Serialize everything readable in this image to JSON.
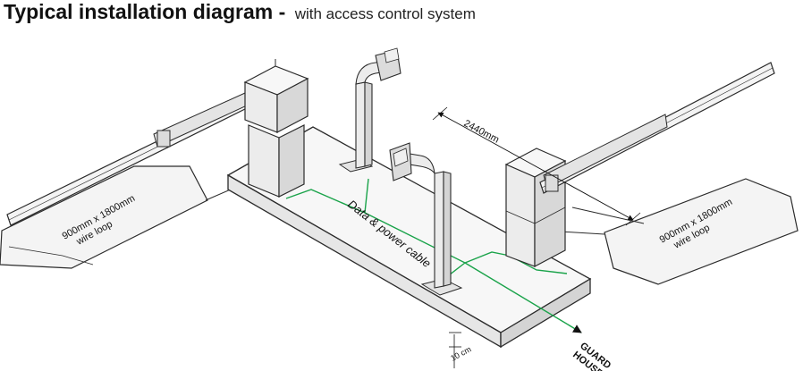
{
  "title": {
    "main": "Typical installation diagram -",
    "sub": "with access control system"
  },
  "labels": {
    "loop_left_1": "900mm x 1800mm",
    "loop_left_2": "wire loop",
    "loop_right_1": "900mm x 1800mm",
    "loop_right_2": "wire loop",
    "dimension": "2440mm",
    "cable": "Data & power cable",
    "guard_1": "GUARD",
    "guard_2": "HOUSE",
    "depth": "10 cm"
  },
  "colors": {
    "outline": "#2b2b2b",
    "fill_light": "#f4f4f4",
    "fill_mid": "#e4e4e4",
    "fill_dark": "#cfcfcf",
    "cable": "#1aa34a"
  }
}
